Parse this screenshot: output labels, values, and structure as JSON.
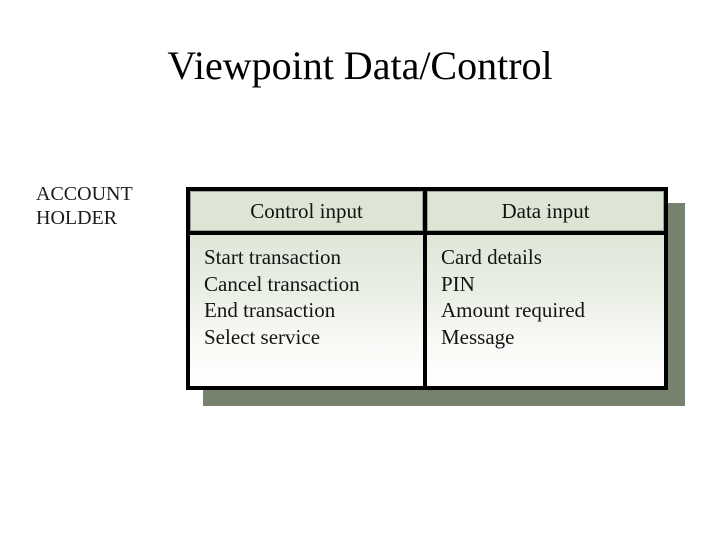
{
  "slide": {
    "title": "Viewpoint Data/Control",
    "background_color": "#ffffff"
  },
  "viewpoint": {
    "name_line_1": "ACCOUNT",
    "name_line_2": "HOLDER"
  },
  "table": {
    "columns": [
      {
        "header": "Control input",
        "items": [
          "Start transaction",
          "Cancel transaction",
          "End transaction",
          "Select service"
        ]
      },
      {
        "header": "Data input",
        "items": [
          "Card details",
          "PIN",
          "Amount required",
          "Message"
        ]
      }
    ],
    "colors": {
      "border": "#000000",
      "header_background": "#dde5d4",
      "body_gradient_top": "#dfe6d8",
      "body_gradient_bottom": "#ffffff",
      "shadow": "#77826e",
      "text": "#111111"
    }
  }
}
